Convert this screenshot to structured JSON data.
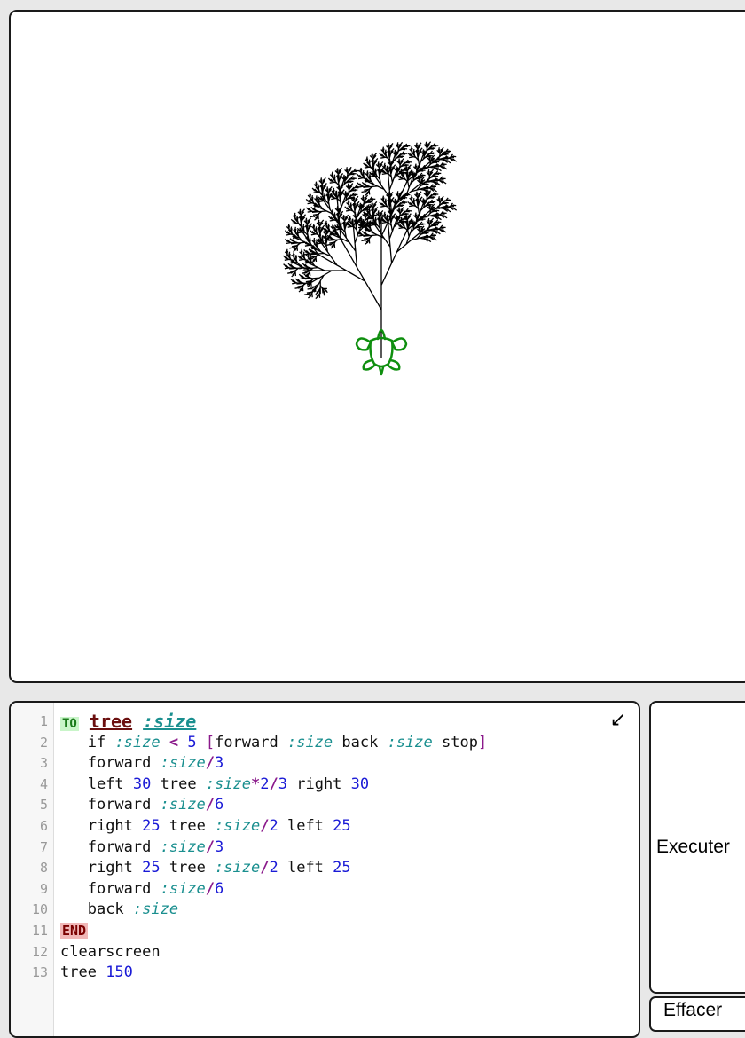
{
  "canvas": {
    "tree_color": "#000000",
    "turtle_color": "#0f8f0f",
    "tree_size": 150,
    "min_size": 5
  },
  "editor": {
    "collapse_icon": "collapse-arrow-icon",
    "line_numbers": [
      "1",
      "2",
      "3",
      "4",
      "5",
      "6",
      "7",
      "8",
      "9",
      "10",
      "11",
      "12",
      "13"
    ],
    "lines": [
      [
        {
          "t": "kw-to",
          "v": "TO"
        },
        {
          "t": "sp",
          "v": " "
        },
        {
          "t": "proc-name",
          "v": "tree"
        },
        {
          "t": "sp",
          "v": " "
        },
        {
          "t": "var var-def",
          "v": ":size"
        }
      ],
      [
        {
          "t": "sp",
          "v": "   "
        },
        {
          "t": "cmd",
          "v": "if "
        },
        {
          "t": "var",
          "v": ":size"
        },
        {
          "t": "op",
          "v": " < "
        },
        {
          "t": "num",
          "v": "5"
        },
        {
          "t": "bracket",
          "v": " ["
        },
        {
          "t": "cmd",
          "v": "forward "
        },
        {
          "t": "var",
          "v": ":size"
        },
        {
          "t": "cmd",
          "v": " back "
        },
        {
          "t": "var",
          "v": ":size"
        },
        {
          "t": "cmd",
          "v": " stop"
        },
        {
          "t": "bracket",
          "v": "]"
        }
      ],
      [
        {
          "t": "sp",
          "v": "   "
        },
        {
          "t": "cmd",
          "v": "forward "
        },
        {
          "t": "var",
          "v": ":size"
        },
        {
          "t": "op",
          "v": "/"
        },
        {
          "t": "num",
          "v": "3"
        }
      ],
      [
        {
          "t": "sp",
          "v": "   "
        },
        {
          "t": "cmd",
          "v": "left "
        },
        {
          "t": "num",
          "v": "30"
        },
        {
          "t": "cmd",
          "v": " tree "
        },
        {
          "t": "var",
          "v": ":size"
        },
        {
          "t": "op",
          "v": "*"
        },
        {
          "t": "num",
          "v": "2"
        },
        {
          "t": "op",
          "v": "/"
        },
        {
          "t": "num",
          "v": "3"
        },
        {
          "t": "cmd",
          "v": " right "
        },
        {
          "t": "num",
          "v": "30"
        }
      ],
      [
        {
          "t": "sp",
          "v": "   "
        },
        {
          "t": "cmd",
          "v": "forward "
        },
        {
          "t": "var",
          "v": ":size"
        },
        {
          "t": "op",
          "v": "/"
        },
        {
          "t": "num",
          "v": "6"
        }
      ],
      [
        {
          "t": "sp",
          "v": "   "
        },
        {
          "t": "cmd",
          "v": "right "
        },
        {
          "t": "num",
          "v": "25"
        },
        {
          "t": "cmd",
          "v": " tree "
        },
        {
          "t": "var",
          "v": ":size"
        },
        {
          "t": "op",
          "v": "/"
        },
        {
          "t": "num",
          "v": "2"
        },
        {
          "t": "cmd",
          "v": " left "
        },
        {
          "t": "num",
          "v": "25"
        }
      ],
      [
        {
          "t": "sp",
          "v": "   "
        },
        {
          "t": "cmd",
          "v": "forward "
        },
        {
          "t": "var",
          "v": ":size"
        },
        {
          "t": "op",
          "v": "/"
        },
        {
          "t": "num",
          "v": "3"
        }
      ],
      [
        {
          "t": "sp",
          "v": "   "
        },
        {
          "t": "cmd",
          "v": "right "
        },
        {
          "t": "num",
          "v": "25"
        },
        {
          "t": "cmd",
          "v": " tree "
        },
        {
          "t": "var",
          "v": ":size"
        },
        {
          "t": "op",
          "v": "/"
        },
        {
          "t": "num",
          "v": "2"
        },
        {
          "t": "cmd",
          "v": " left "
        },
        {
          "t": "num",
          "v": "25"
        }
      ],
      [
        {
          "t": "sp",
          "v": "   "
        },
        {
          "t": "cmd",
          "v": "forward "
        },
        {
          "t": "var",
          "v": ":size"
        },
        {
          "t": "op",
          "v": "/"
        },
        {
          "t": "num",
          "v": "6"
        }
      ],
      [
        {
          "t": "sp",
          "v": "   "
        },
        {
          "t": "cmd",
          "v": "back "
        },
        {
          "t": "var",
          "v": ":size"
        }
      ],
      [
        {
          "t": "kw-end",
          "v": "END"
        }
      ],
      [
        {
          "t": "cmd",
          "v": "clearscreen"
        }
      ],
      [
        {
          "t": "cmd",
          "v": "tree "
        },
        {
          "t": "num",
          "v": "150"
        }
      ]
    ]
  },
  "buttons": {
    "run_label": "Executer",
    "clear_label": "Effacer"
  }
}
